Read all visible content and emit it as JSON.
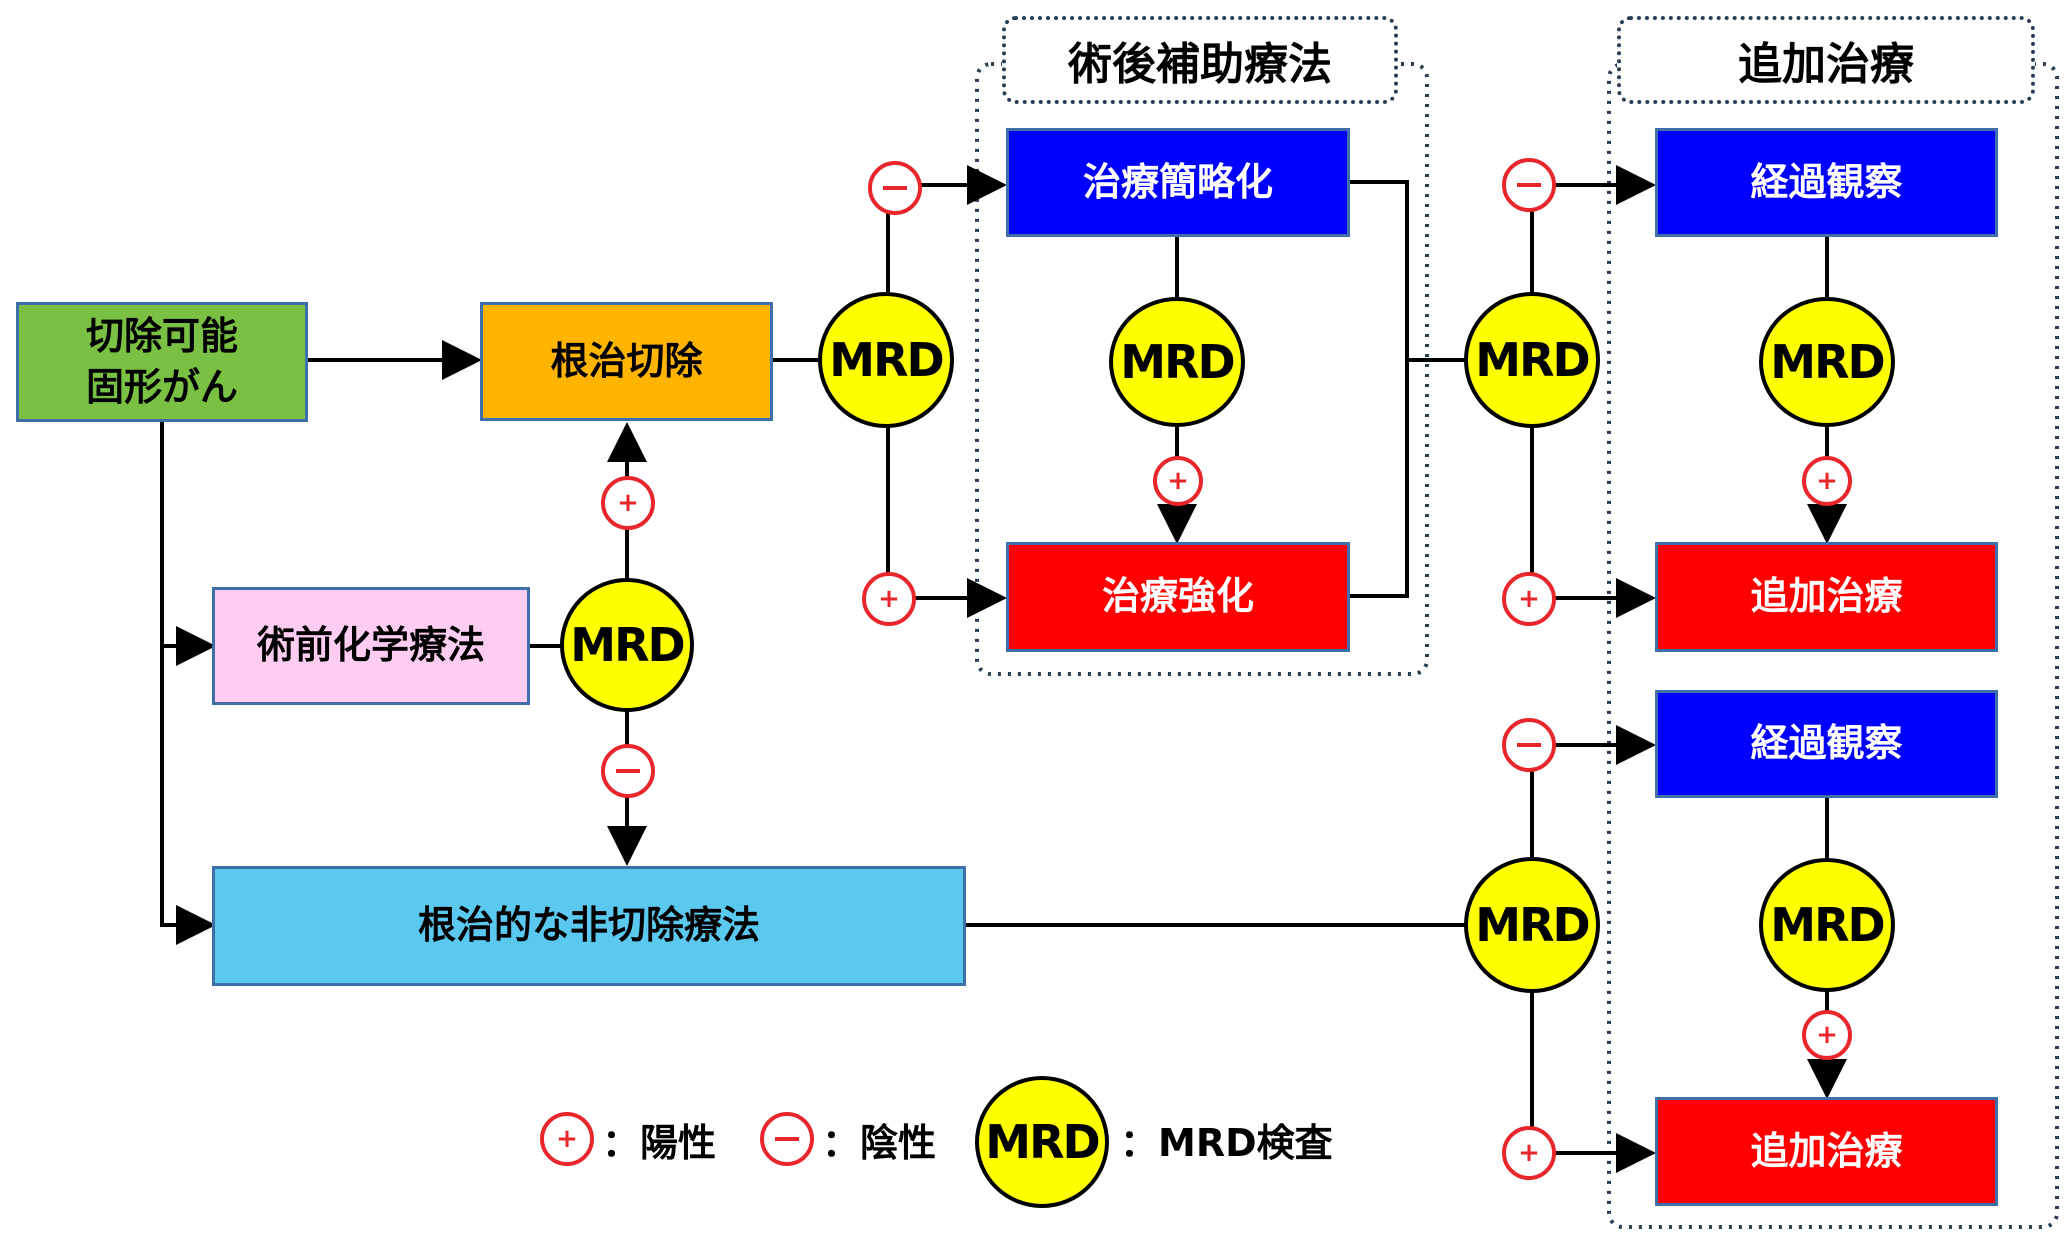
{
  "colors": {
    "green": "#7ac143",
    "orange": "#ffb400",
    "pink": "#ffccf2",
    "light_blue": "#5bc8f0",
    "blue": "#0000ff",
    "red": "#ff0000",
    "yellow": "#ffff00",
    "sign_red": "#e8262b"
  },
  "groups": {
    "adjuvant": "術後補助療法",
    "additional": "追加治療"
  },
  "nodes": {
    "resectable": "切除可能\n固形がん",
    "curative_resection": "根治切除",
    "neoadjuvant": "術前化学療法",
    "nonsurgical": "根治的な非切除療法",
    "simplify": "治療簡略化",
    "intensify": "治療強化",
    "observe_1": "経過観察",
    "additional_1": "追加治療",
    "observe_2": "経過観察",
    "additional_2": "追加治療"
  },
  "mrd_label": "MRD",
  "legend": {
    "positive": "：陽性",
    "negative": "：陰性",
    "mrd_test": "：MRD検査"
  }
}
